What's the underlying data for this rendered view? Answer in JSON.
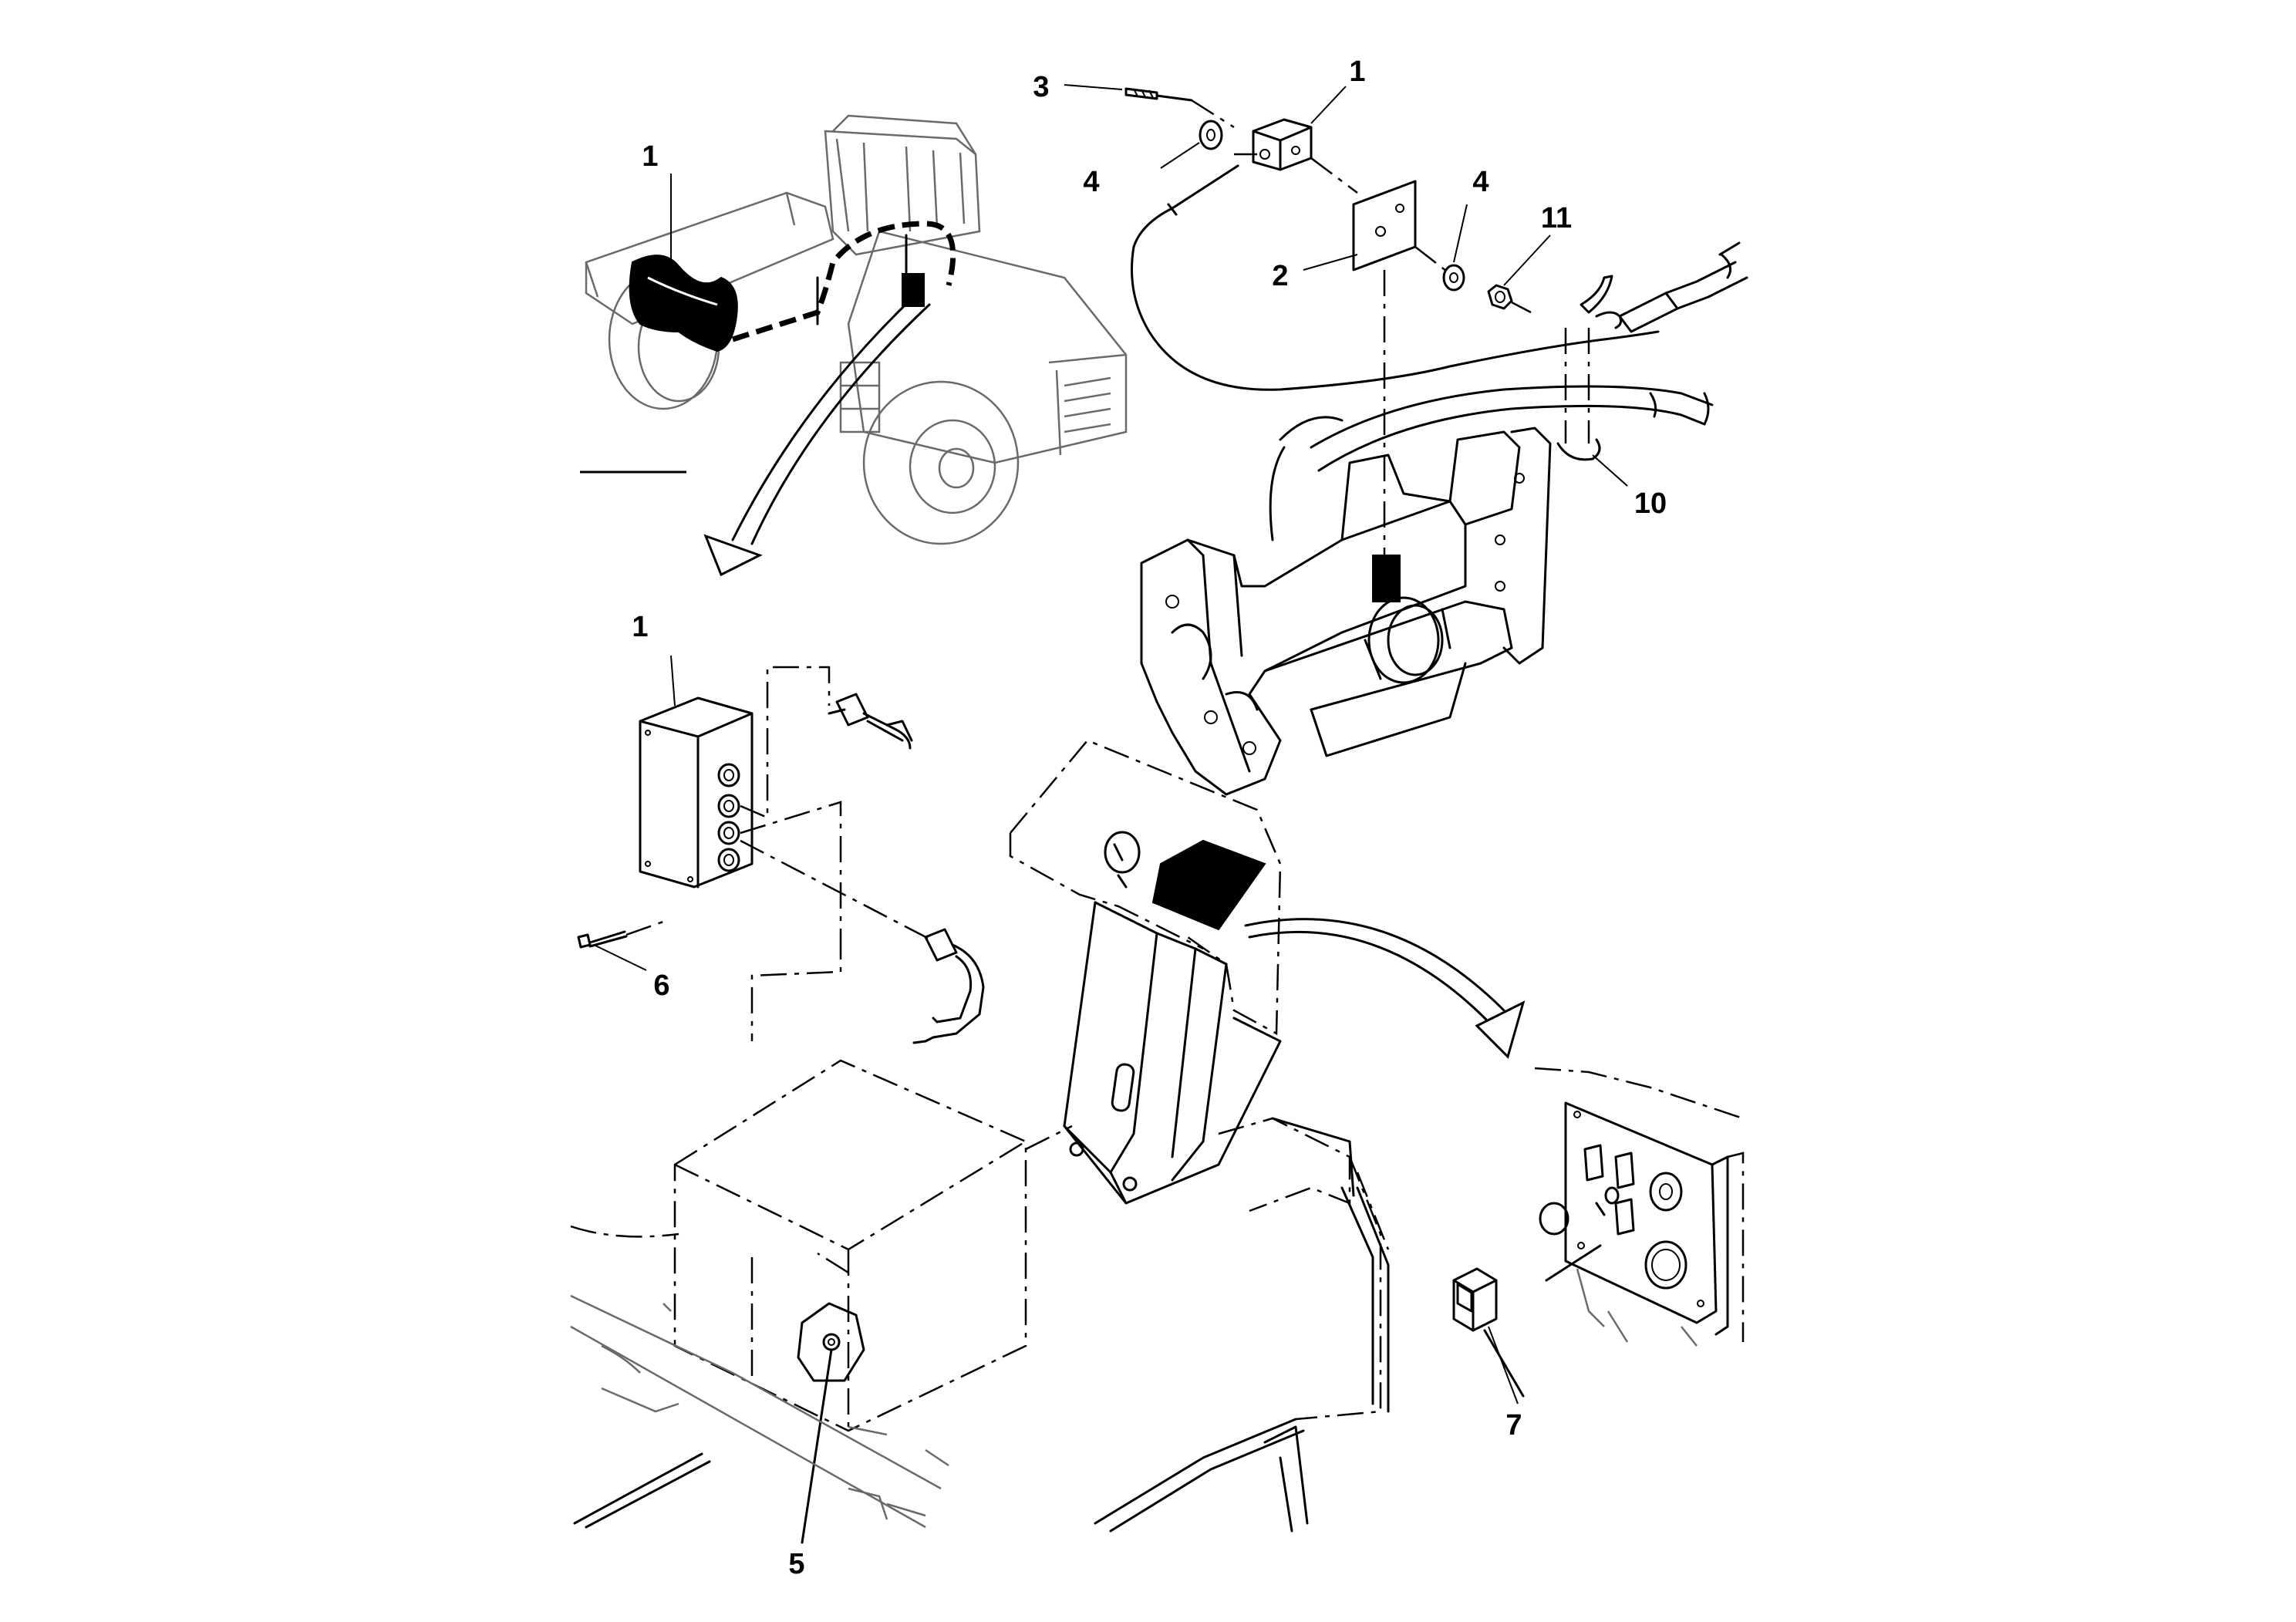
{
  "figure": {
    "callouts": [
      {
        "id": "c1-machine",
        "text": "1"
      },
      {
        "id": "c1-sensor",
        "text": "1"
      },
      {
        "id": "c1-box",
        "text": "1"
      },
      {
        "id": "c2",
        "text": "2"
      },
      {
        "id": "c3",
        "text": "3"
      },
      {
        "id": "c4-left",
        "text": "4"
      },
      {
        "id": "c4-right",
        "text": "4"
      },
      {
        "id": "c5",
        "text": "5"
      },
      {
        "id": "c6",
        "text": "6"
      },
      {
        "id": "c7",
        "text": "7"
      },
      {
        "id": "c10",
        "text": "10"
      },
      {
        "id": "c11",
        "text": "11"
      }
    ]
  }
}
